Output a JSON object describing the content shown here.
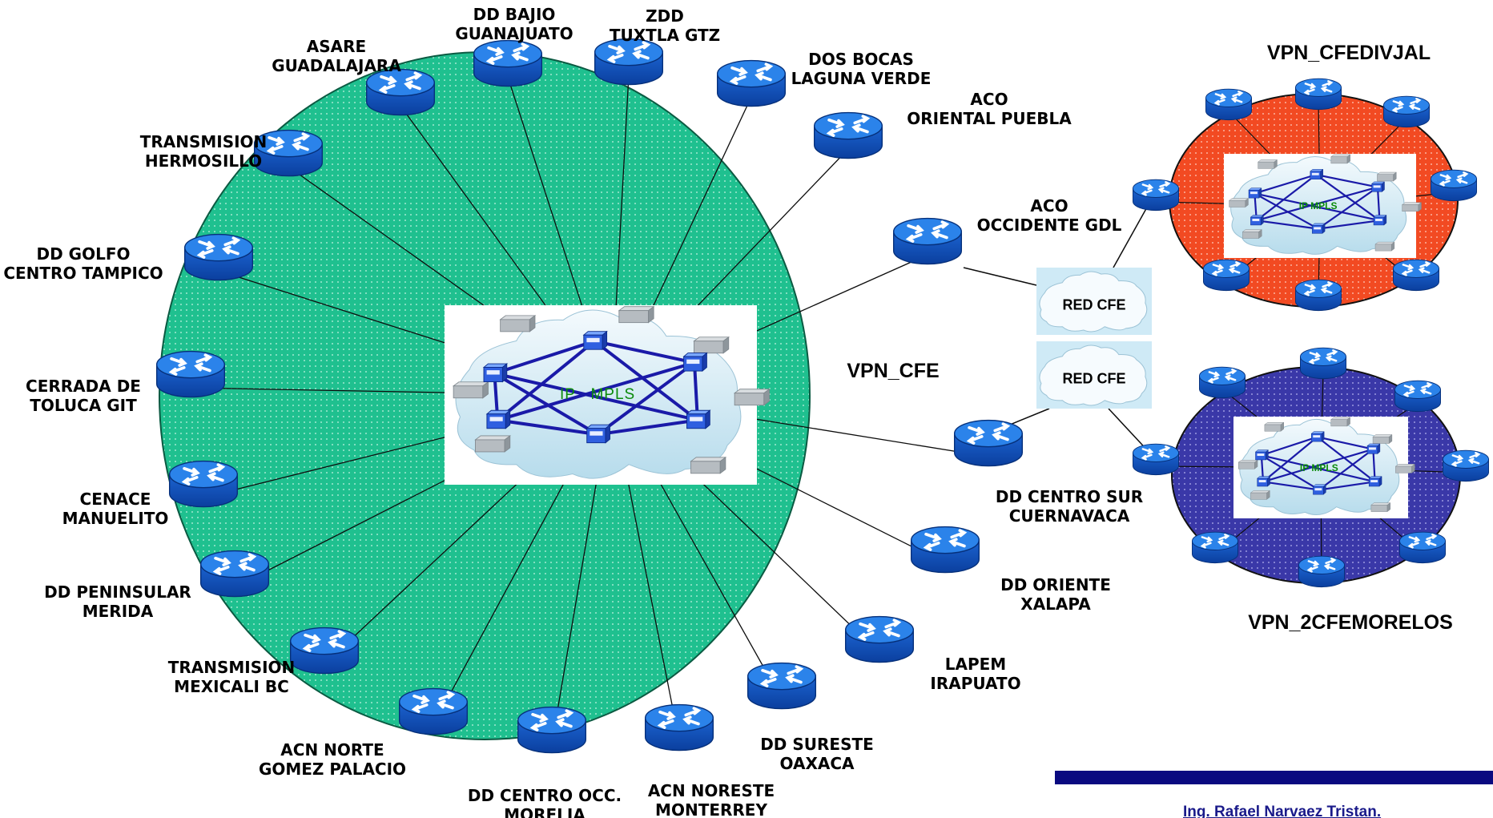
{
  "main_vpn": {
    "title": "VPN_CFE",
    "core_label": "IP   MPLS",
    "sites": [
      [
        "ASARE",
        "GUADALAJARA"
      ],
      [
        "DD BAJIO",
        "GUANAJUATO"
      ],
      [
        "ZDD",
        "TUXTLA GTZ"
      ],
      [
        "DOS BOCAS",
        "LAGUNA VERDE"
      ],
      [
        "ACO",
        "ORIENTAL PUEBLA"
      ],
      [
        "ACO",
        "OCCIDENTE GDL"
      ],
      [
        "DD CENTRO SUR",
        "CUERNAVACA"
      ],
      [
        "DD ORIENTE",
        "XALAPA"
      ],
      [
        "LAPEM",
        "IRAPUATO"
      ],
      [
        "DD SURESTE",
        "OAXACA"
      ],
      [
        "ACN NORESTE",
        "MONTERREY"
      ],
      [
        "DD CENTRO OCC.",
        "MORELIA"
      ],
      [
        "ACN NORTE",
        "GOMEZ PALACIO"
      ],
      [
        "TRANSMISION",
        "MEXICALI BC"
      ],
      [
        "DD PENINSULAR",
        "MERIDA"
      ],
      [
        "CENACE",
        "MANUELITO"
      ],
      [
        "CERRADA DE",
        "TOLUCA GIT"
      ],
      [
        "DD GOLFO",
        "CENTRO TAMPICO"
      ],
      [
        "TRANSMISION",
        "HERMOSILLO"
      ]
    ]
  },
  "connectors": [
    {
      "label": "RED CFE"
    },
    {
      "label": "RED CFE"
    }
  ],
  "vpn_jal": {
    "title": "VPN_CFEDIVJAL",
    "core_label": "IP MPLS",
    "fill": "#f24a22"
  },
  "vpn_mor": {
    "title": "VPN_2CFEMORELOS",
    "core_label": "IP MPLS",
    "fill": "#3a38a8"
  },
  "main_fill": "#1fc08f",
  "router_color": "#1565d8",
  "author": "Ing. Rafael Narvaez Tristan."
}
